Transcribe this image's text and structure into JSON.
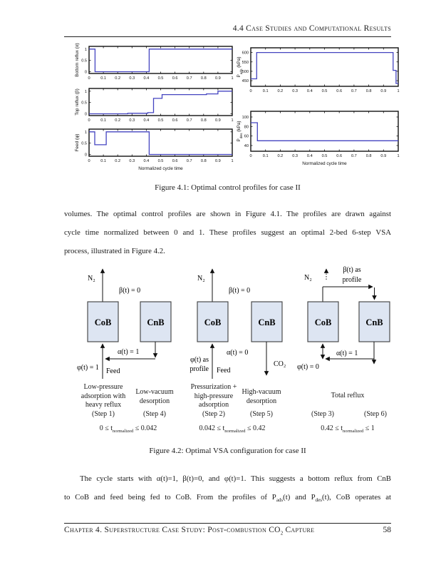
{
  "header": {
    "title": "4.4 Case Studies and Computational Results"
  },
  "figure41": {
    "caption": "Figure 4.1: Optimal control profiles for case II"
  },
  "chart_data": [
    {
      "name": "bottom-reflux-alpha",
      "type": "line",
      "title": "",
      "ylabel_parts": [
        {
          "t": "Bottom reflux (α)"
        }
      ],
      "xlabel": "",
      "xlim": [
        0,
        1
      ],
      "ylim": [
        -0.08,
        1.12
      ],
      "xticks": [
        0,
        0.1,
        0.2,
        0.3,
        0.4,
        0.5,
        0.6,
        0.7,
        0.8,
        0.9,
        1
      ],
      "yticks": [
        0,
        0.5,
        1
      ],
      "points": [
        [
          0,
          1
        ],
        [
          0.042,
          1
        ],
        [
          0.042,
          0
        ],
        [
          0.42,
          0
        ],
        [
          0.42,
          1
        ],
        [
          1,
          1
        ]
      ],
      "line_color": "#4444c0"
    },
    {
      "name": "top-reflux-beta",
      "type": "line",
      "title": "",
      "ylabel_parts": [
        {
          "t": "Top reflux (β)"
        }
      ],
      "xlabel": "",
      "xlim": [
        0,
        1
      ],
      "ylim": [
        -0.08,
        1.12
      ],
      "xticks": [
        0,
        0.1,
        0.2,
        0.3,
        0.4,
        0.5,
        0.6,
        0.7,
        0.8,
        0.9,
        1
      ],
      "yticks": [
        0,
        0.5,
        1
      ],
      "points": [
        [
          0,
          0
        ],
        [
          0.27,
          0
        ],
        [
          0.27,
          0.02
        ],
        [
          0.41,
          0.02
        ],
        [
          0.41,
          0.05
        ],
        [
          0.45,
          0.05
        ],
        [
          0.45,
          0.68
        ],
        [
          0.51,
          0.68
        ],
        [
          0.51,
          0.85
        ],
        [
          0.82,
          0.85
        ],
        [
          0.82,
          0.88
        ],
        [
          0.9,
          0.88
        ],
        [
          0.9,
          1
        ],
        [
          1,
          1
        ]
      ],
      "line_color": "#4444c0"
    },
    {
      "name": "feed-phi",
      "type": "line",
      "title": "",
      "ylabel_parts": [
        {
          "t": "Feed (φ)"
        }
      ],
      "xlabel": "Normalized cycle time",
      "xlim": [
        0,
        1
      ],
      "ylim": [
        -0.08,
        1.12
      ],
      "xticks": [
        0,
        0.1,
        0.2,
        0.3,
        0.4,
        0.5,
        0.6,
        0.7,
        0.8,
        0.9,
        1
      ],
      "yticks": [
        0,
        0.5,
        1
      ],
      "points": [
        [
          0,
          1
        ],
        [
          0.04,
          1
        ],
        [
          0.04,
          0.43
        ],
        [
          0.12,
          0.43
        ],
        [
          0.12,
          1
        ],
        [
          0.42,
          1
        ],
        [
          0.42,
          0
        ],
        [
          1,
          0
        ]
      ],
      "line_color": "#4444c0"
    },
    {
      "name": "p-ads",
      "type": "line",
      "title": "",
      "ylabel_parts": [
        {
          "t": "P"
        },
        {
          "t": "ads",
          "sub": true
        },
        {
          "t": " (kPa)"
        }
      ],
      "xlabel": "",
      "xlim": [
        0,
        1
      ],
      "ylim": [
        420,
        625
      ],
      "xticks": [
        0,
        0.1,
        0.2,
        0.3,
        0.4,
        0.5,
        0.6,
        0.7,
        0.8,
        0.9,
        1
      ],
      "yticks": [
        450,
        500,
        550,
        600
      ],
      "points": [
        [
          0,
          460
        ],
        [
          0.04,
          460
        ],
        [
          0.04,
          600
        ],
        [
          0.965,
          600
        ],
        [
          0.965,
          505
        ],
        [
          0.985,
          505
        ],
        [
          0.985,
          435
        ],
        [
          1,
          435
        ]
      ],
      "line_color": "#4444c0"
    },
    {
      "name": "p-des",
      "type": "line",
      "title": "",
      "ylabel_parts": [
        {
          "t": "P"
        },
        {
          "t": "des",
          "sub": true
        },
        {
          "t": " (kPa)"
        }
      ],
      "xlabel": "Normalized cycle time",
      "xlim": [
        0,
        1
      ],
      "ylim": [
        28,
        112
      ],
      "xticks": [
        0,
        0.1,
        0.2,
        0.3,
        0.4,
        0.5,
        0.6,
        0.7,
        0.8,
        0.9,
        1
      ],
      "yticks": [
        40,
        60,
        80,
        100
      ],
      "points": [
        [
          0,
          88
        ],
        [
          0.045,
          88
        ],
        [
          0.045,
          50
        ],
        [
          1,
          50
        ]
      ],
      "line_color": "#4444c0"
    }
  ],
  "paragraph1": {
    "lines": [
      "volumes. The optimal control profiles are shown in Figure 4.1. The profiles are drawn against",
      "cycle time normalized between 0 and 1. These profiles suggest an optimal 2-bed 6-step VSA",
      "process, illustrated in Figure 4.2."
    ]
  },
  "figure42": {
    "caption": "Figure 4.2: Optimal VSA configuration for case II",
    "diagram": {
      "g1": {
        "n2": "N₂",
        "beta": "β(t) = 0",
        "alpha": "α(t) = 1",
        "phi": "φ(t) = 1",
        "feed": "Feed",
        "cob": "CoB",
        "cnb": "CnB"
      },
      "g2": {
        "n2": "N₂",
        "beta": "β(t) = 0",
        "alpha": "α(t) = 0",
        "phi1": "φ(t) as",
        "phi2": "profile",
        "feed": "Feed",
        "co2": "CO₂",
        "cob": "CoB",
        "cnb": "CnB"
      },
      "g3": {
        "n2": "N₂",
        "beta1": "β(t) as",
        "beta2": "profile",
        "alpha": "α(t) = 1",
        "phi": "φ(t) = 0",
        "cob": "CoB",
        "cnb": "CnB"
      }
    },
    "steps": [
      {
        "label": "Low-pressure adsorption with heavy reflux",
        "step": "(Step 1)"
      },
      {
        "label": "Low-vacuum desorption",
        "step": "(Step 4)"
      },
      {
        "label": "Pressurization + high-pressure adsorption",
        "step": "(Step 2)"
      },
      {
        "label": "High-vacuum desorption",
        "step": "(Step 5)"
      }
    ],
    "total_reflux": {
      "label": "Total reflux",
      "step3": "(Step 3)",
      "step6": "(Step 6)"
    },
    "time_ranges": [
      {
        "pre": "0 ≤ t",
        "sub": "normalized",
        "post": " ≤ 0.042"
      },
      {
        "pre": "0.042 ≤ t",
        "sub": "normalized",
        "post": " ≤ 0.42"
      },
      {
        "pre": "0.42 ≤ t",
        "sub": "normalized",
        "post": " ≤ 1"
      }
    ]
  },
  "paragraph2": {
    "line1": "The cycle starts with α(t)=1, β(t)=0, and φ(t)=1. This suggests a bottom reflux from CnB",
    "line2_parts": {
      "p1": "to CoB and feed being fed to CoB. From the profiles of P",
      "s1": "ads",
      "p2": "(t) and P",
      "s2": "des",
      "p3": "(t), CoB operates at"
    }
  },
  "footer": {
    "pre": "Chapter 4. Superstructure Case Study: Post-combustion CO",
    "sub": "2",
    "post": " Capture",
    "page": "58"
  }
}
